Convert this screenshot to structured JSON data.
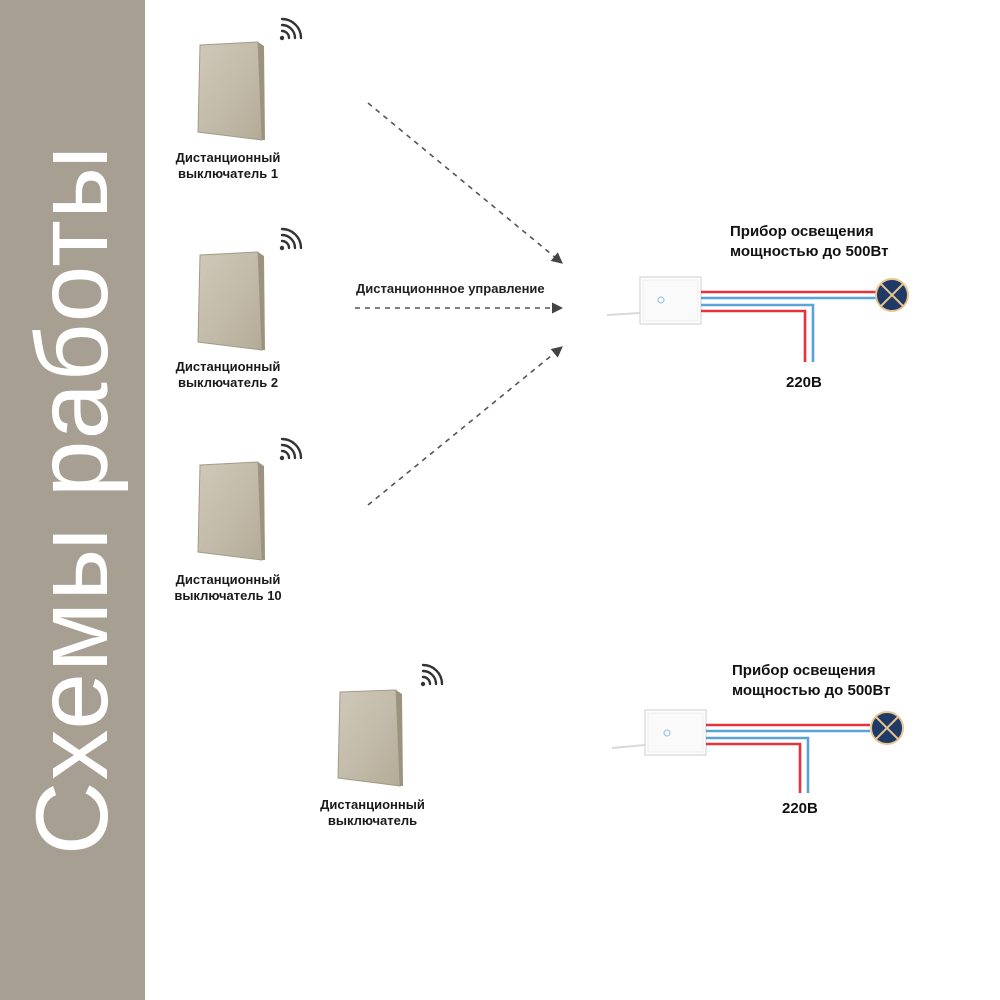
{
  "sidebar": {
    "title": "Схемы работы",
    "color": "#a89f93"
  },
  "scheme_multi": {
    "switches": [
      {
        "line1": "Дистанционный",
        "line2": "выключатель 1"
      },
      {
        "line1": "Дистанционный",
        "line2": "выключатель 2"
      },
      {
        "line1": "Дистанционный",
        "line2": "выключатель 10"
      }
    ],
    "remote_label": "Дистанционнное управление",
    "lamp": {
      "line1": "Прибор освещения",
      "line2": "мощностью до 500Вт"
    },
    "voltage": "220В"
  },
  "scheme_single": {
    "switch": {
      "line1": "Дистанционный",
      "line2": "выключатель"
    },
    "lamp": {
      "line1": "Прибор освещения",
      "line2": "мощностью до 500Вт"
    },
    "voltage": "220В"
  },
  "colors": {
    "wire_red": "#e8323a",
    "wire_blue": "#5aa2d8",
    "lamp": "#1f3a66",
    "switch_panel": "#c2b9a9"
  }
}
